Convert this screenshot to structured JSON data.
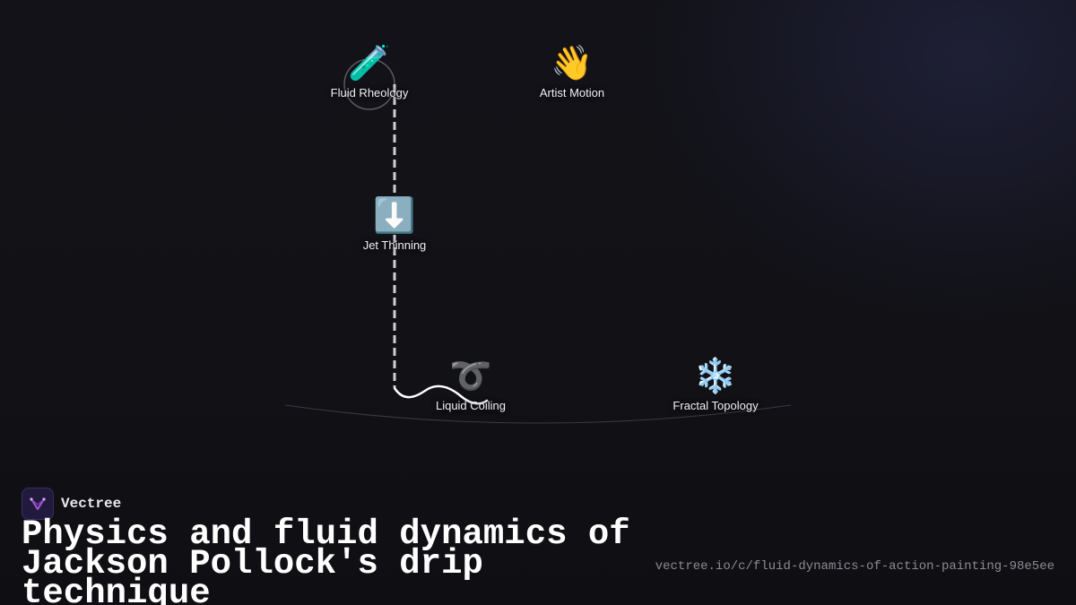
{
  "diagram": {
    "nodes": [
      {
        "id": "fluid-rheology",
        "label": "Fluid Rheology",
        "icon": "🧪",
        "icon_name": "test-tube-icon"
      },
      {
        "id": "artist-motion",
        "label": "Artist Motion",
        "icon": "👋",
        "icon_name": "waving-hand-icon"
      },
      {
        "id": "jet-thinning",
        "label": "Jet Thinning",
        "icon": "⬇️",
        "icon_name": "down-arrow-icon"
      },
      {
        "id": "liquid-coiling",
        "label": "Liquid Coiling",
        "icon": "➰",
        "icon_name": "curly-loop-icon"
      },
      {
        "id": "fractal-topology",
        "label": "Fractal Topology",
        "icon": "❄️",
        "icon_name": "snowflake-icon"
      }
    ],
    "edges": [
      {
        "from": "fluid-rheology",
        "to": "jet-thinning",
        "style": "dashed"
      },
      {
        "from": "jet-thinning",
        "to": "liquid-coiling",
        "style": "dashed"
      },
      {
        "from": "liquid-coiling",
        "to": "fractal-topology",
        "style": "curve"
      }
    ]
  },
  "brand": {
    "name": "Vectree"
  },
  "title": "Physics and fluid dynamics of Jackson Pollock's drip technique",
  "url": "vectree.io/c/fluid-dynamics-of-action-painting-98e5ee",
  "colors": {
    "background": "#111116",
    "dash": "#d0d0d4",
    "text": "#ffffff",
    "muted": "#8a8a92",
    "brand_accent": "#a35ad6"
  }
}
